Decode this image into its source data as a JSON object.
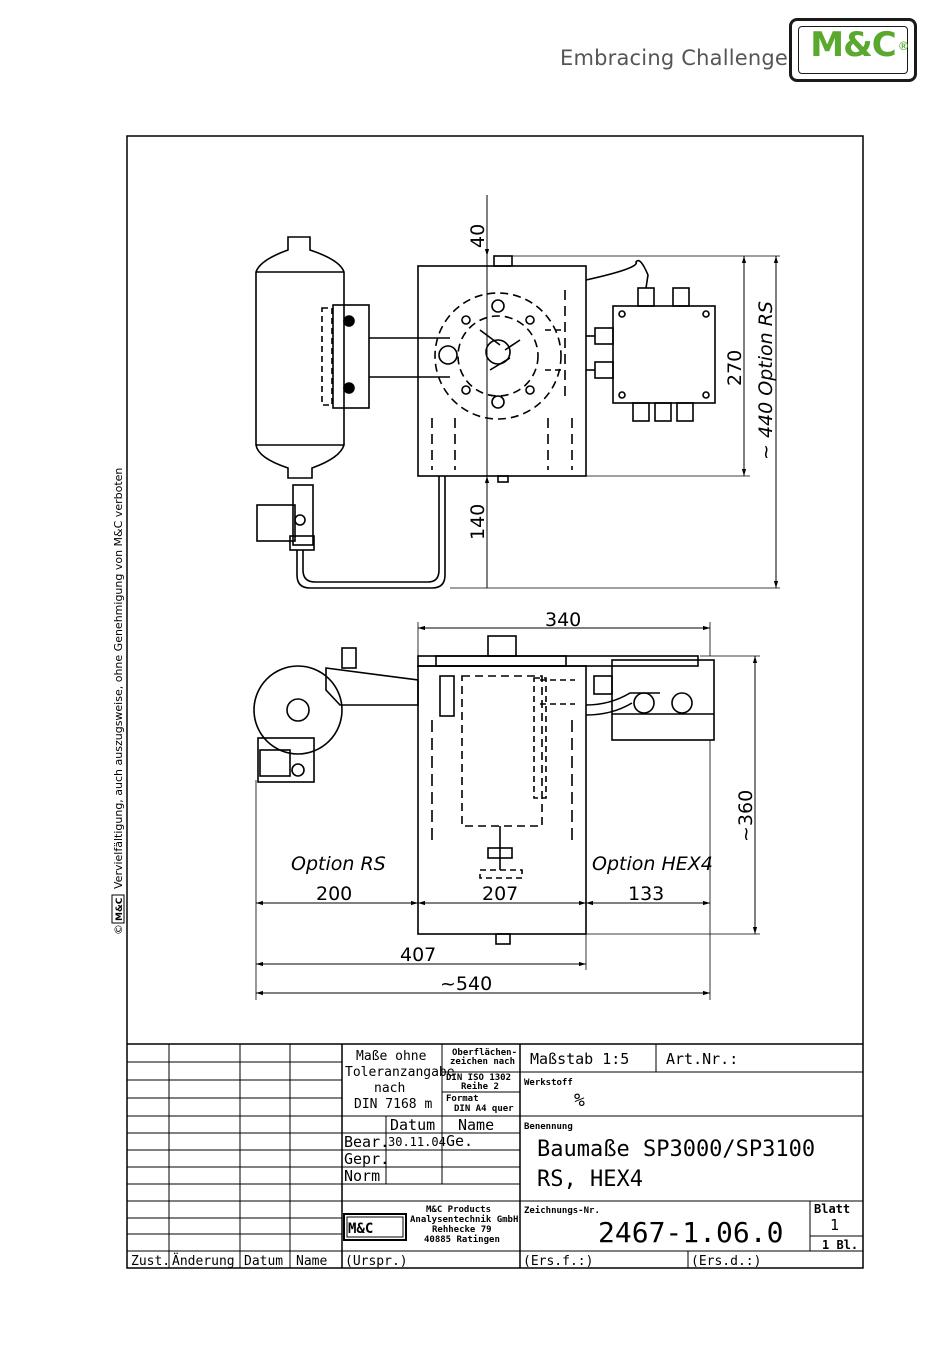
{
  "header": {
    "tagline": "Embracing Challenge",
    "logo_text": "M&C",
    "logo_reg": "®"
  },
  "copyright": {
    "symbol": "©",
    "mark": "M&C",
    "text": "Vervielfältigung, auch auszugsweise, ohne Genehmigung von M&C verboten"
  },
  "dimensions": {
    "top_40": "40",
    "top_270": "270",
    "top_440": "~ 440 Option RS",
    "top_140": "140",
    "front_340": "340",
    "front_360": "~360",
    "option_rs": "Option RS",
    "option_hex4": "Option HEX4",
    "d200": "200",
    "d207": "207",
    "d133": "133",
    "d407": "407",
    "d540": "~540"
  },
  "title_block": {
    "tolerance": [
      "Maße ohne",
      "Toleranzangabe",
      "nach",
      "DIN 7168 m"
    ],
    "surface": [
      "Oberflächen-",
      "zeichen nach",
      "DIN ISO 1302",
      "Reihe 2"
    ],
    "format_label": "Format",
    "format_value": "DIN A4 quer",
    "scale": "Maßstab 1:5",
    "art_nr": "Art.Nr.:",
    "werkstoff_label": "Werkstoff",
    "werkstoff_value": "%",
    "datum": "Datum",
    "name": "Name",
    "bear": "Bear.",
    "bear_date": "30.11.04",
    "bear_name": "Ge.",
    "gepr": "Gepr.",
    "norm": "Norm",
    "benennung_label": "Benennung",
    "benennung_1": "Baumaße SP3000/SP3100",
    "benennung_2": "RS, HEX4",
    "company_mark": "M&C",
    "company_lines": [
      "M&C Products",
      "Analysentechnik GmbH",
      "Rehhecke 79",
      "40885 Ratingen"
    ],
    "zeichnungs_label": "Zeichnungs-Nr.",
    "zeichnungs_nr": "2467-1.06.0",
    "blatt_label": "Blatt",
    "blatt_value": "1",
    "blatt_total": "1 Bl.",
    "zust": "Zust.",
    "aenderung": "Änderung",
    "datum2": "Datum",
    "name2": "Name",
    "urspr": "(Urspr.)",
    "ersf": "(Ers.f.:)",
    "ersd": "(Ers.d.:)"
  }
}
